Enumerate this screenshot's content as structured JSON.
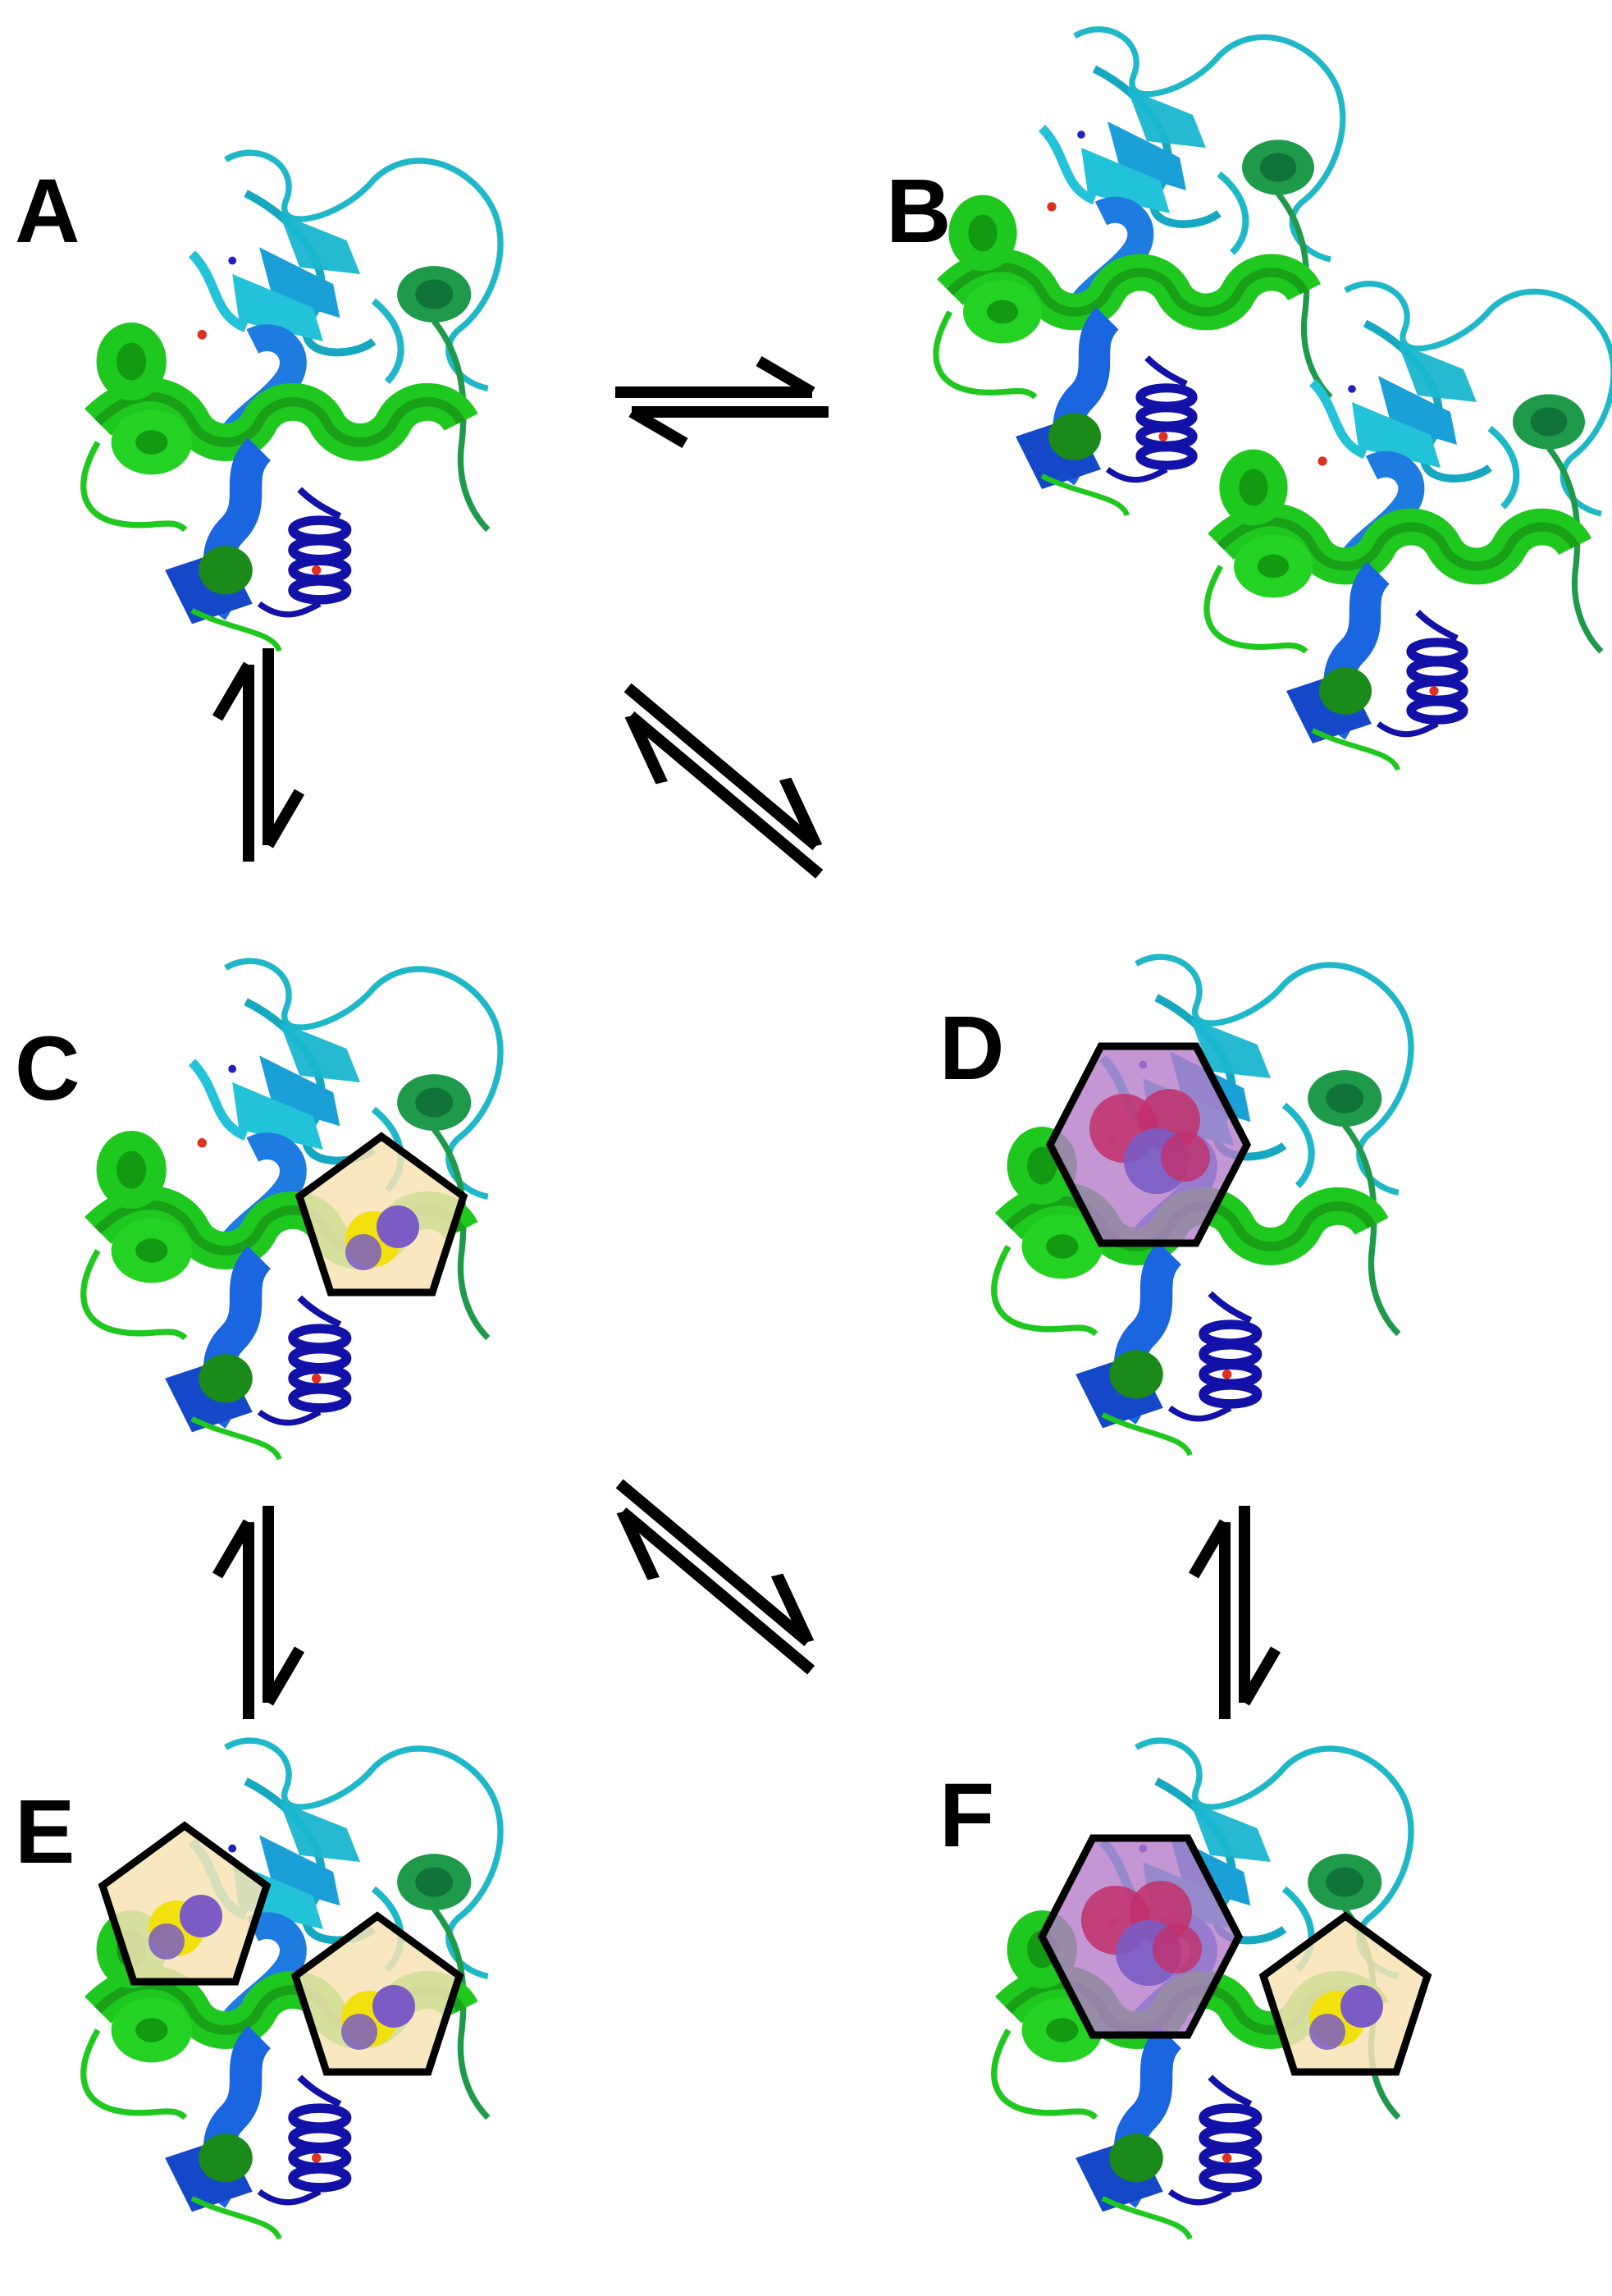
{
  "panels": [
    {
      "label": "A",
      "ligands": []
    },
    {
      "label": "B",
      "ligands": []
    },
    {
      "label": "C",
      "ligands": [
        "pentagon"
      ]
    },
    {
      "label": "D",
      "ligands": [
        "hexagon"
      ]
    },
    {
      "label": "E",
      "ligands": [
        "pentagon",
        "pentagon"
      ]
    },
    {
      "label": "F",
      "ligands": [
        "hexagon",
        "pentagon"
      ]
    }
  ],
  "equilibria": [
    {
      "from": "A",
      "to": "B",
      "symbol": "⇌"
    },
    {
      "from": "A",
      "to": "C",
      "symbol": "⇌"
    },
    {
      "from": "A",
      "to": "D",
      "symbol": "⇌"
    },
    {
      "from": "C",
      "to": "E",
      "symbol": "⇌"
    },
    {
      "from": "C",
      "to": "F",
      "symbol": "⇌"
    },
    {
      "from": "D",
      "to": "F",
      "symbol": "⇌"
    }
  ],
  "colors": {
    "helix_green": "#1fc81f",
    "helix_darkgreen": "#1e9a4a",
    "helix_blue": "#1a66e0",
    "helix_navy": "#1212a8",
    "loop_cyan": "#1fb8c8",
    "pentagon_fill": "#f8e3b4",
    "hexagon_fill": "#b57cc9",
    "sphere_yellow": "#f2e10c",
    "sphere_purple": "#7a5cc4",
    "sphere_red": "#c2306a"
  }
}
